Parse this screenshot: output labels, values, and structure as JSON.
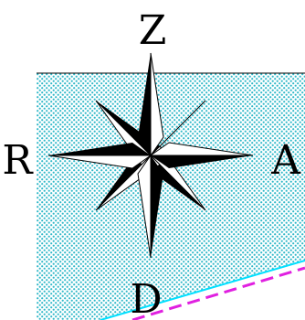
{
  "labels": {
    "north": "Z",
    "south": "D",
    "east": "A",
    "west": "R"
  },
  "colors": {
    "water_fill": "#7fe0e0",
    "water_dots": "#2fb8c8",
    "shore_line": "#00e0ff",
    "boundary_dash": "#e020e0",
    "rose_fill": "#000000",
    "rose_outline": "#000000",
    "background": "#ffffff"
  },
  "icons": {
    "compass": "compass-rose-icon"
  }
}
